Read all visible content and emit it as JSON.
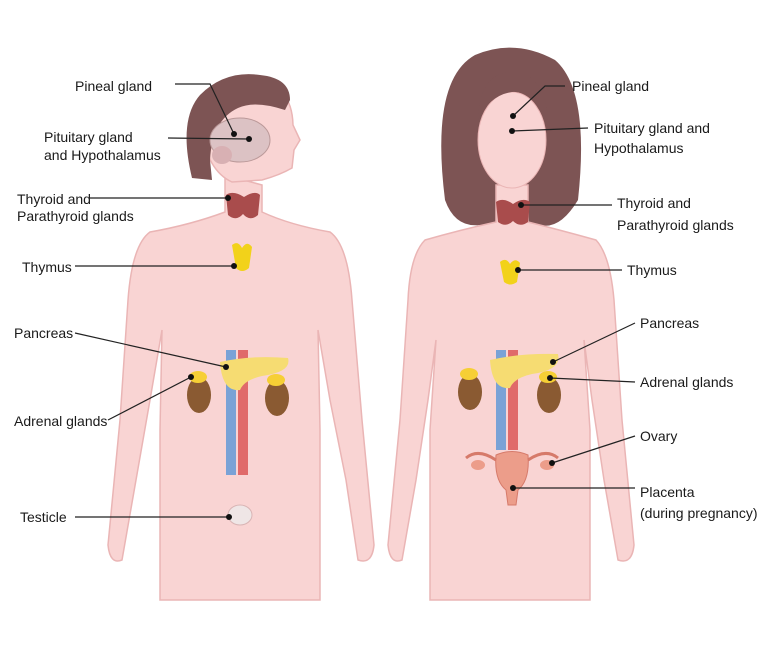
{
  "colors": {
    "skin": "#f9d4d3",
    "skin_outline": "#eab5b5",
    "hair": "#7d5454",
    "thyroid": "#a94c4c",
    "thymus": "#f2d21a",
    "pancreas": "#f6dc72",
    "kidney": "#8a5a32",
    "artery": "#e06a6a",
    "vein": "#7aa2d6",
    "leader": "#222222"
  },
  "male": {
    "labels": {
      "pineal": "Pineal gland",
      "pituitary_1": "Pituitary gland",
      "pituitary_2": "and Hypothalamus",
      "thyroid_1": "Thyroid and",
      "thyroid_2": "Parathyroid glands",
      "thymus": "Thymus",
      "pancreas": "Pancreas",
      "adrenal": "Adrenal glands",
      "testicle": "Testicle"
    }
  },
  "female": {
    "labels": {
      "pineal": "Pineal gland",
      "pituitary_1": "Pituitary gland and",
      "pituitary_2": "Hypothalamus",
      "thyroid_1": "Thyroid and",
      "thyroid_2": "Parathyroid glands",
      "thymus": "Thymus",
      "pancreas": "Pancreas",
      "adrenal": "Adrenal glands",
      "ovary": "Ovary",
      "placenta_1": "Placenta",
      "placenta_2": "(during pregnancy)"
    }
  }
}
